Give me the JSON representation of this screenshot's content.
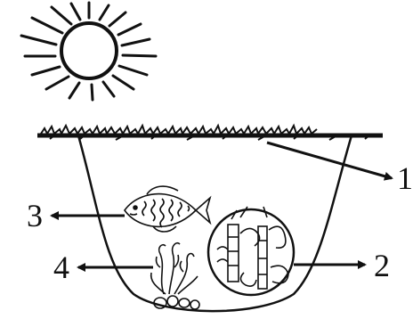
{
  "diagram": {
    "labels": [
      {
        "id": "1",
        "text": "1"
      },
      {
        "id": "2",
        "text": "2"
      },
      {
        "id": "3",
        "text": "3"
      },
      {
        "id": "4",
        "text": "4"
      }
    ]
  },
  "colors": {
    "ink": "#111111",
    "background": "#ffffff"
  },
  "icons": [
    "sun-icon",
    "grass-icon",
    "pond-icon",
    "fish-icon",
    "aquatic-plant-icon",
    "pebbles-icon",
    "microorganisms-circle-icon"
  ]
}
